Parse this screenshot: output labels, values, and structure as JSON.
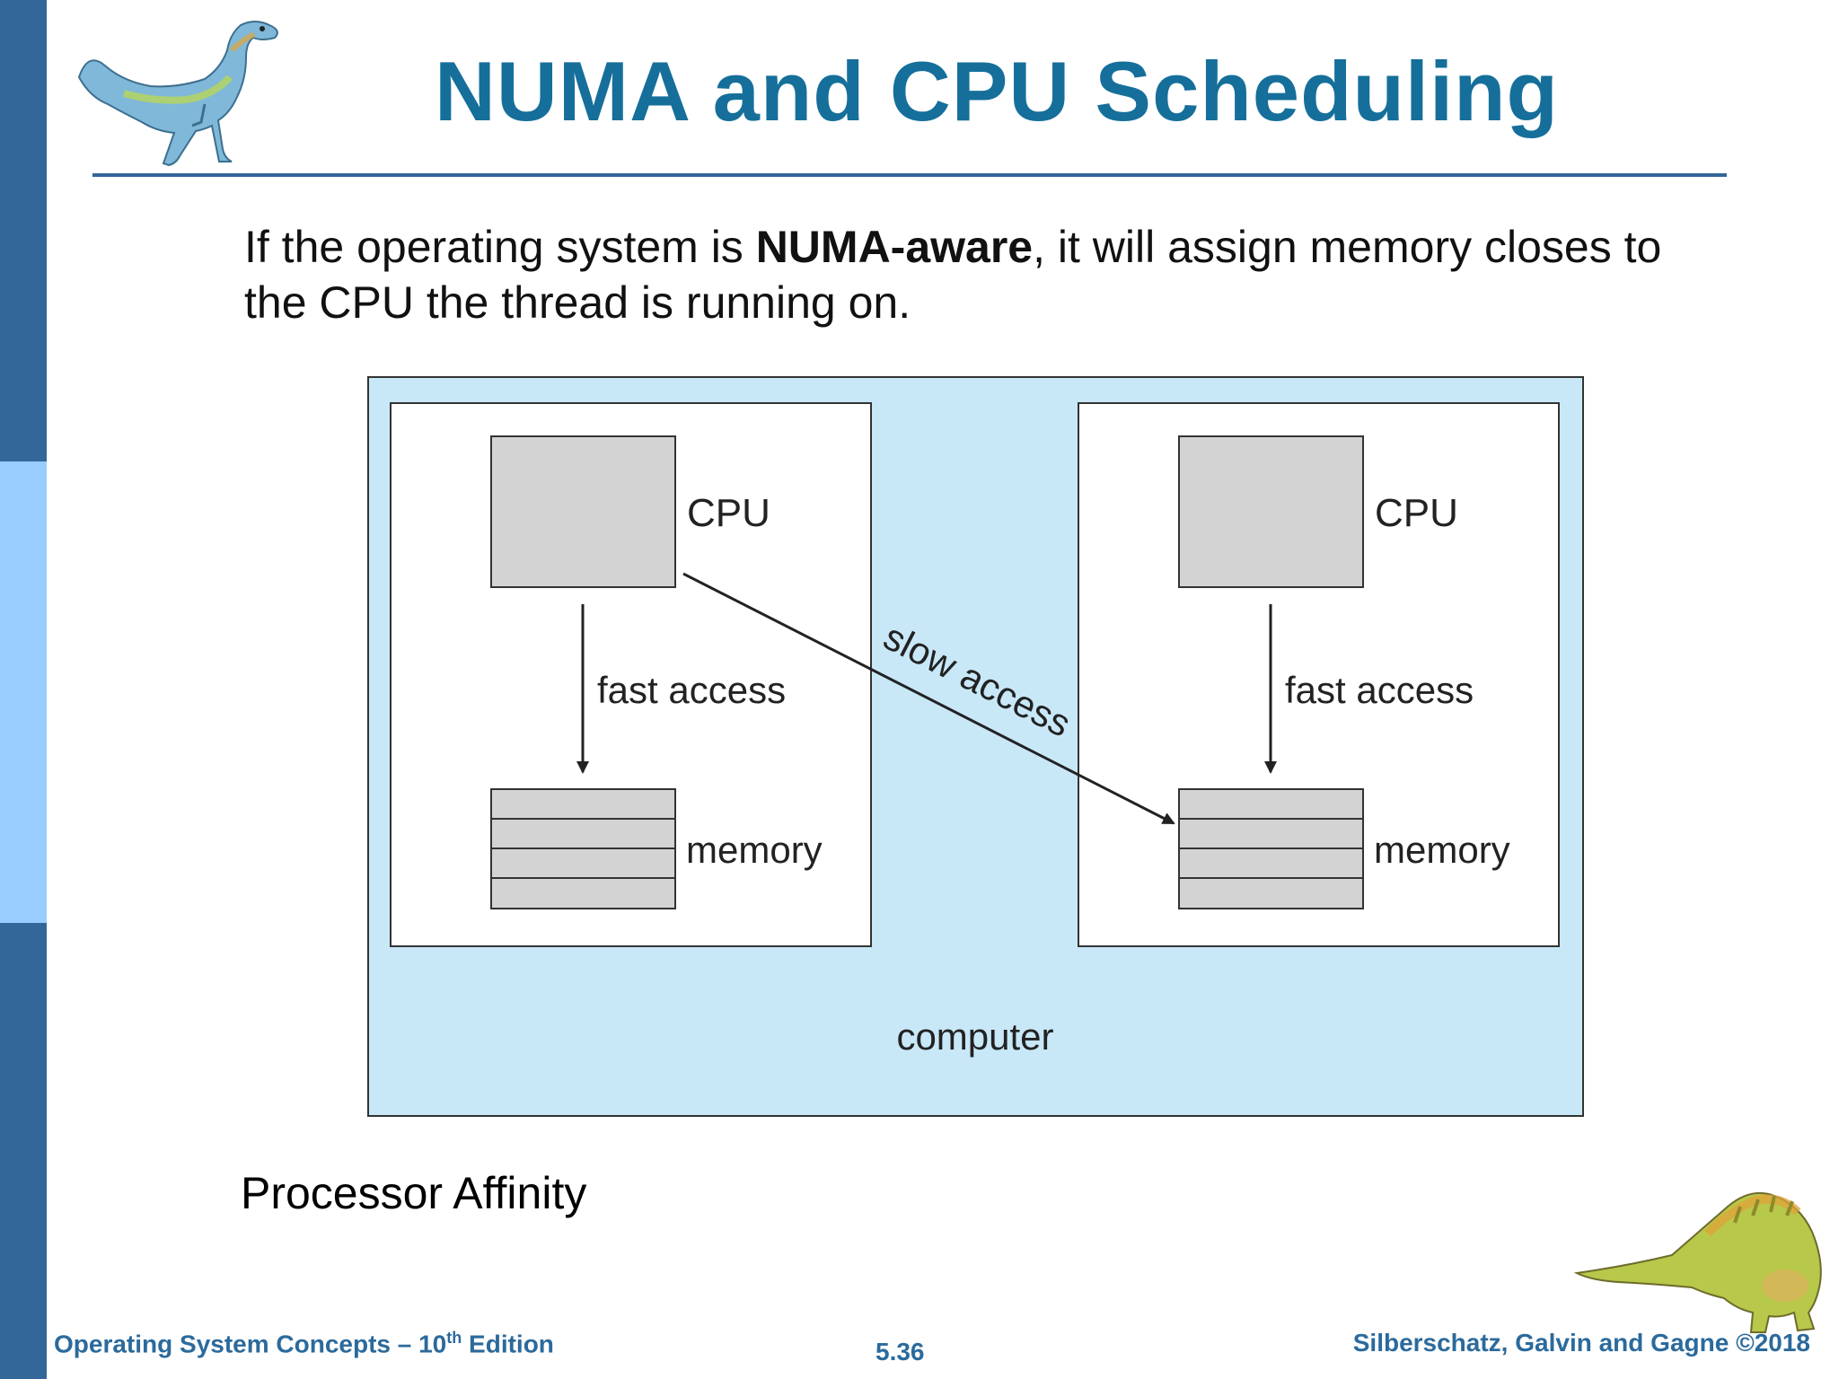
{
  "slide": {
    "title": "NUMA and CPU Scheduling",
    "body_pre": "If the operating system is ",
    "body_bold": "NUMA-aware",
    "body_post": ", it will assign memory closes to the CPU the thread is running on.",
    "caption": "Processor Affinity"
  },
  "diagram": {
    "container_label": "computer",
    "left_node": {
      "cpu_label": "CPU",
      "access_label": "fast access",
      "memory_label": "memory"
    },
    "right_node": {
      "cpu_label": "CPU",
      "access_label": "fast access",
      "memory_label": "memory"
    },
    "cross_label": "slow access"
  },
  "footer": {
    "left_main": "Operating System Concepts – 10",
    "left_sup": "th",
    "left_tail": " Edition",
    "page": "5.36",
    "right": "Silberschatz, Galvin and Gagne ©2018"
  },
  "colors": {
    "title": "#156f9a",
    "sidebar_dark": "#336699",
    "sidebar_light": "#99ccff",
    "diagram_bg": "#c8e8f8",
    "box_gray": "#d3d3d4"
  },
  "icons": [
    "dinosaur-top-logo",
    "dinosaur-bottom-logo"
  ]
}
